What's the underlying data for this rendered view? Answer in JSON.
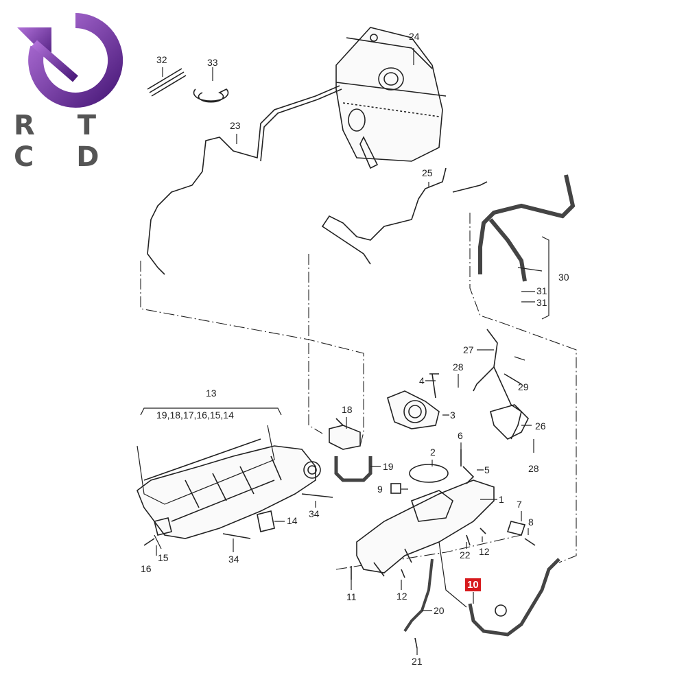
{
  "brand": {
    "text": "R T C D",
    "logo_icon": "circular-arrow-logo-icon",
    "colors": {
      "purple_dark": "#4a1a7a",
      "purple_light": "#b070d8",
      "text": "#555555"
    }
  },
  "highlight_color": "#d7191c",
  "highlighted_part": "10",
  "callouts": [
    {
      "id": "24",
      "label": "24"
    },
    {
      "id": "32",
      "label": "32"
    },
    {
      "id": "33",
      "label": "33"
    },
    {
      "id": "23",
      "label": "23"
    },
    {
      "id": "25",
      "label": "25"
    },
    {
      "id": "30",
      "label": "30"
    },
    {
      "id": "31a",
      "label": "31"
    },
    {
      "id": "31b",
      "label": "31"
    },
    {
      "id": "27",
      "label": "27"
    },
    {
      "id": "28a",
      "label": "28"
    },
    {
      "id": "29",
      "label": "29"
    },
    {
      "id": "4",
      "label": "4"
    },
    {
      "id": "3",
      "label": "3"
    },
    {
      "id": "26",
      "label": "26"
    },
    {
      "id": "28b",
      "label": "28"
    },
    {
      "id": "13",
      "label": "13"
    },
    {
      "id": "13sub",
      "label": "19,18,17,16,15,14"
    },
    {
      "id": "18",
      "label": "18"
    },
    {
      "id": "2",
      "label": "2"
    },
    {
      "id": "6",
      "label": "6"
    },
    {
      "id": "5",
      "label": "5"
    },
    {
      "id": "19",
      "label": "19"
    },
    {
      "id": "9",
      "label": "9"
    },
    {
      "id": "1",
      "label": "1"
    },
    {
      "id": "7",
      "label": "7"
    },
    {
      "id": "34a",
      "label": "34"
    },
    {
      "id": "14",
      "label": "14"
    },
    {
      "id": "8",
      "label": "8"
    },
    {
      "id": "22",
      "label": "22"
    },
    {
      "id": "12a",
      "label": "12"
    },
    {
      "id": "16",
      "label": "16"
    },
    {
      "id": "15",
      "label": "15"
    },
    {
      "id": "34b",
      "label": "34"
    },
    {
      "id": "10",
      "label": "10"
    },
    {
      "id": "11",
      "label": "11"
    },
    {
      "id": "12b",
      "label": "12"
    },
    {
      "id": "20",
      "label": "20"
    },
    {
      "id": "21",
      "label": "21"
    }
  ]
}
